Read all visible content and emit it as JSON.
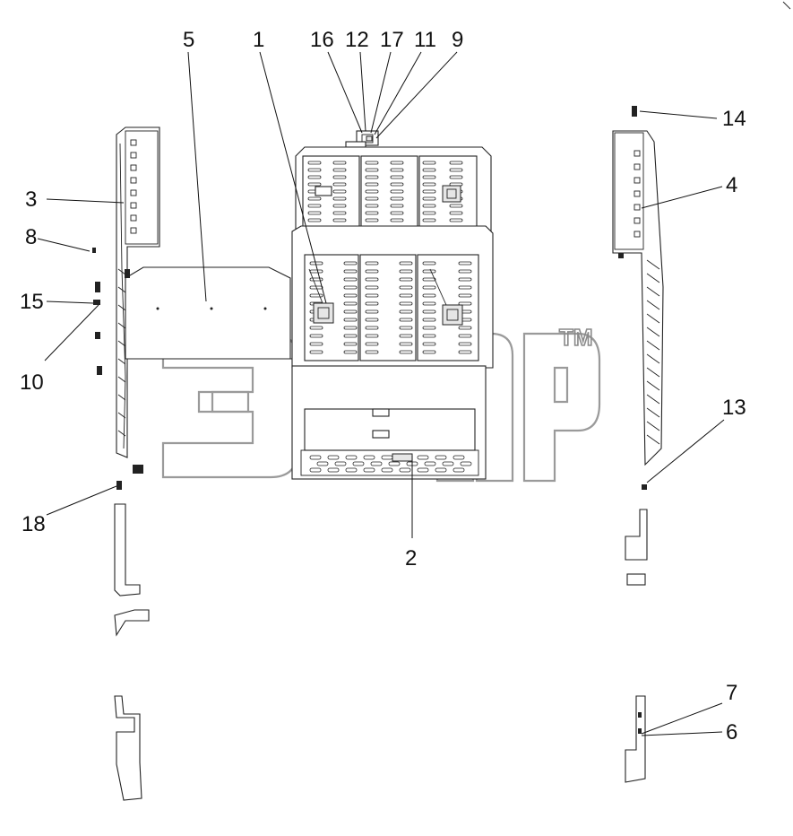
{
  "watermark": {
    "mark": "ТМ"
  },
  "callouts": [
    {
      "id": "c1",
      "label": "1"
    },
    {
      "id": "c2",
      "label": "2"
    },
    {
      "id": "c3",
      "label": "3"
    },
    {
      "id": "c4",
      "label": "4"
    },
    {
      "id": "c5",
      "label": "5"
    },
    {
      "id": "c6",
      "label": "6"
    },
    {
      "id": "c7",
      "label": "7"
    },
    {
      "id": "c8",
      "label": "8"
    },
    {
      "id": "c9",
      "label": "9"
    },
    {
      "id": "c10",
      "label": "10"
    },
    {
      "id": "c11",
      "label": "11"
    },
    {
      "id": "c12",
      "label": "12"
    },
    {
      "id": "c13",
      "label": "13"
    },
    {
      "id": "c14",
      "label": "14"
    },
    {
      "id": "c15",
      "label": "15"
    },
    {
      "id": "c16",
      "label": "16"
    },
    {
      "id": "c17",
      "label": "17"
    },
    {
      "id": "c18",
      "label": "18"
    }
  ]
}
